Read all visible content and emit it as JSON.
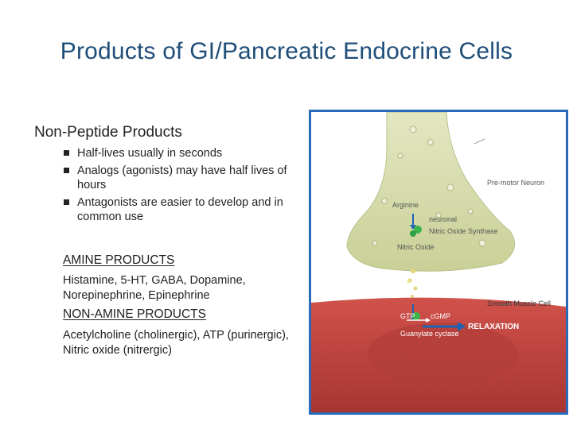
{
  "title": "Products of GI/Pancreatic Endocrine Cells",
  "section": {
    "heading": "Non-Peptide Products",
    "bullets": [
      "Half-lives usually in seconds",
      "Analogs (agonists) may have half lives of hours",
      "Antagonists are easier to develop and in common use"
    ],
    "amine": {
      "heading": "AMINE PRODUCTS",
      "text": "Histamine, 5-HT, GABA, Dopamine, Norepinephrine, Epinephrine"
    },
    "non_amine": {
      "heading": "NON-AMINE PRODUCTS",
      "text": "Acetylcholine (cholinergic), ATP (purinergic), Nitric oxide (nitrergic)"
    }
  },
  "figure": {
    "labels": {
      "pre_motor_neuron": "Pre-motor Neuron",
      "arginine": "Arginine",
      "neuronal": "neuronal",
      "nitric_oxide_synthase": "Nitric Oxide Synthase",
      "nitric_oxide": "Nitric Oxide",
      "smooth_muscle_cell": "Smooth Muscle Cell",
      "gtp": "GTP",
      "cgmp": "cGMP",
      "guanylate_cyclase": "Guanylate cyclase",
      "relaxation": "RELAXATION"
    },
    "colors": {
      "neuron": "#d6dcb0",
      "muscle": "#c5433f",
      "frame": "#2a6ab8",
      "arrow": "#1e63b4"
    }
  }
}
